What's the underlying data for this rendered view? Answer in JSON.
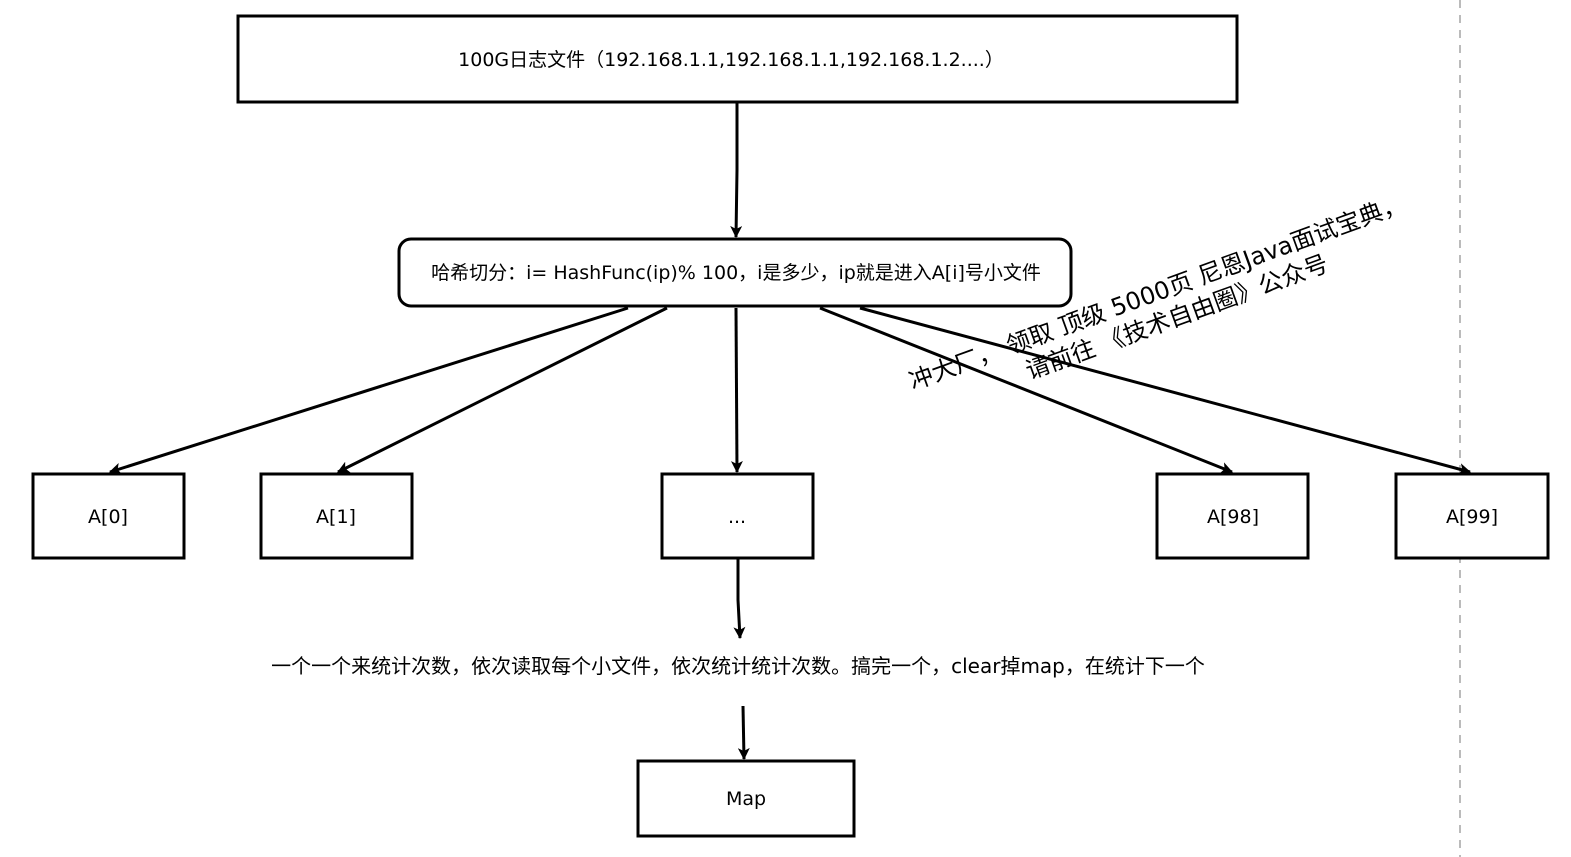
{
  "diagram": {
    "source": {
      "label": "100G日志文件（192.168.1.1,192.168.1.1,192.168.1.2....）"
    },
    "hash": {
      "label": "哈希切分：i= HashFunc(ip)% 100，i是多少，ip就是进入A[i]号小文件"
    },
    "buckets": [
      {
        "label": "A[0]"
      },
      {
        "label": "A[1]"
      },
      {
        "label": "..."
      },
      {
        "label": "A[98]"
      },
      {
        "label": "A[99]"
      }
    ],
    "note": {
      "label": "一个一个来统计次数，依次读取每个小文件，依次统计统计次数。搞完一个，clear掉map，在统计下一个"
    },
    "map": {
      "label": "Map"
    },
    "watermark": {
      "line1": "冲大厂， 领取 顶级  5000页 尼恩Java面试宝典，",
      "line2": "请前往 《技术自由圈》公众号"
    }
  }
}
